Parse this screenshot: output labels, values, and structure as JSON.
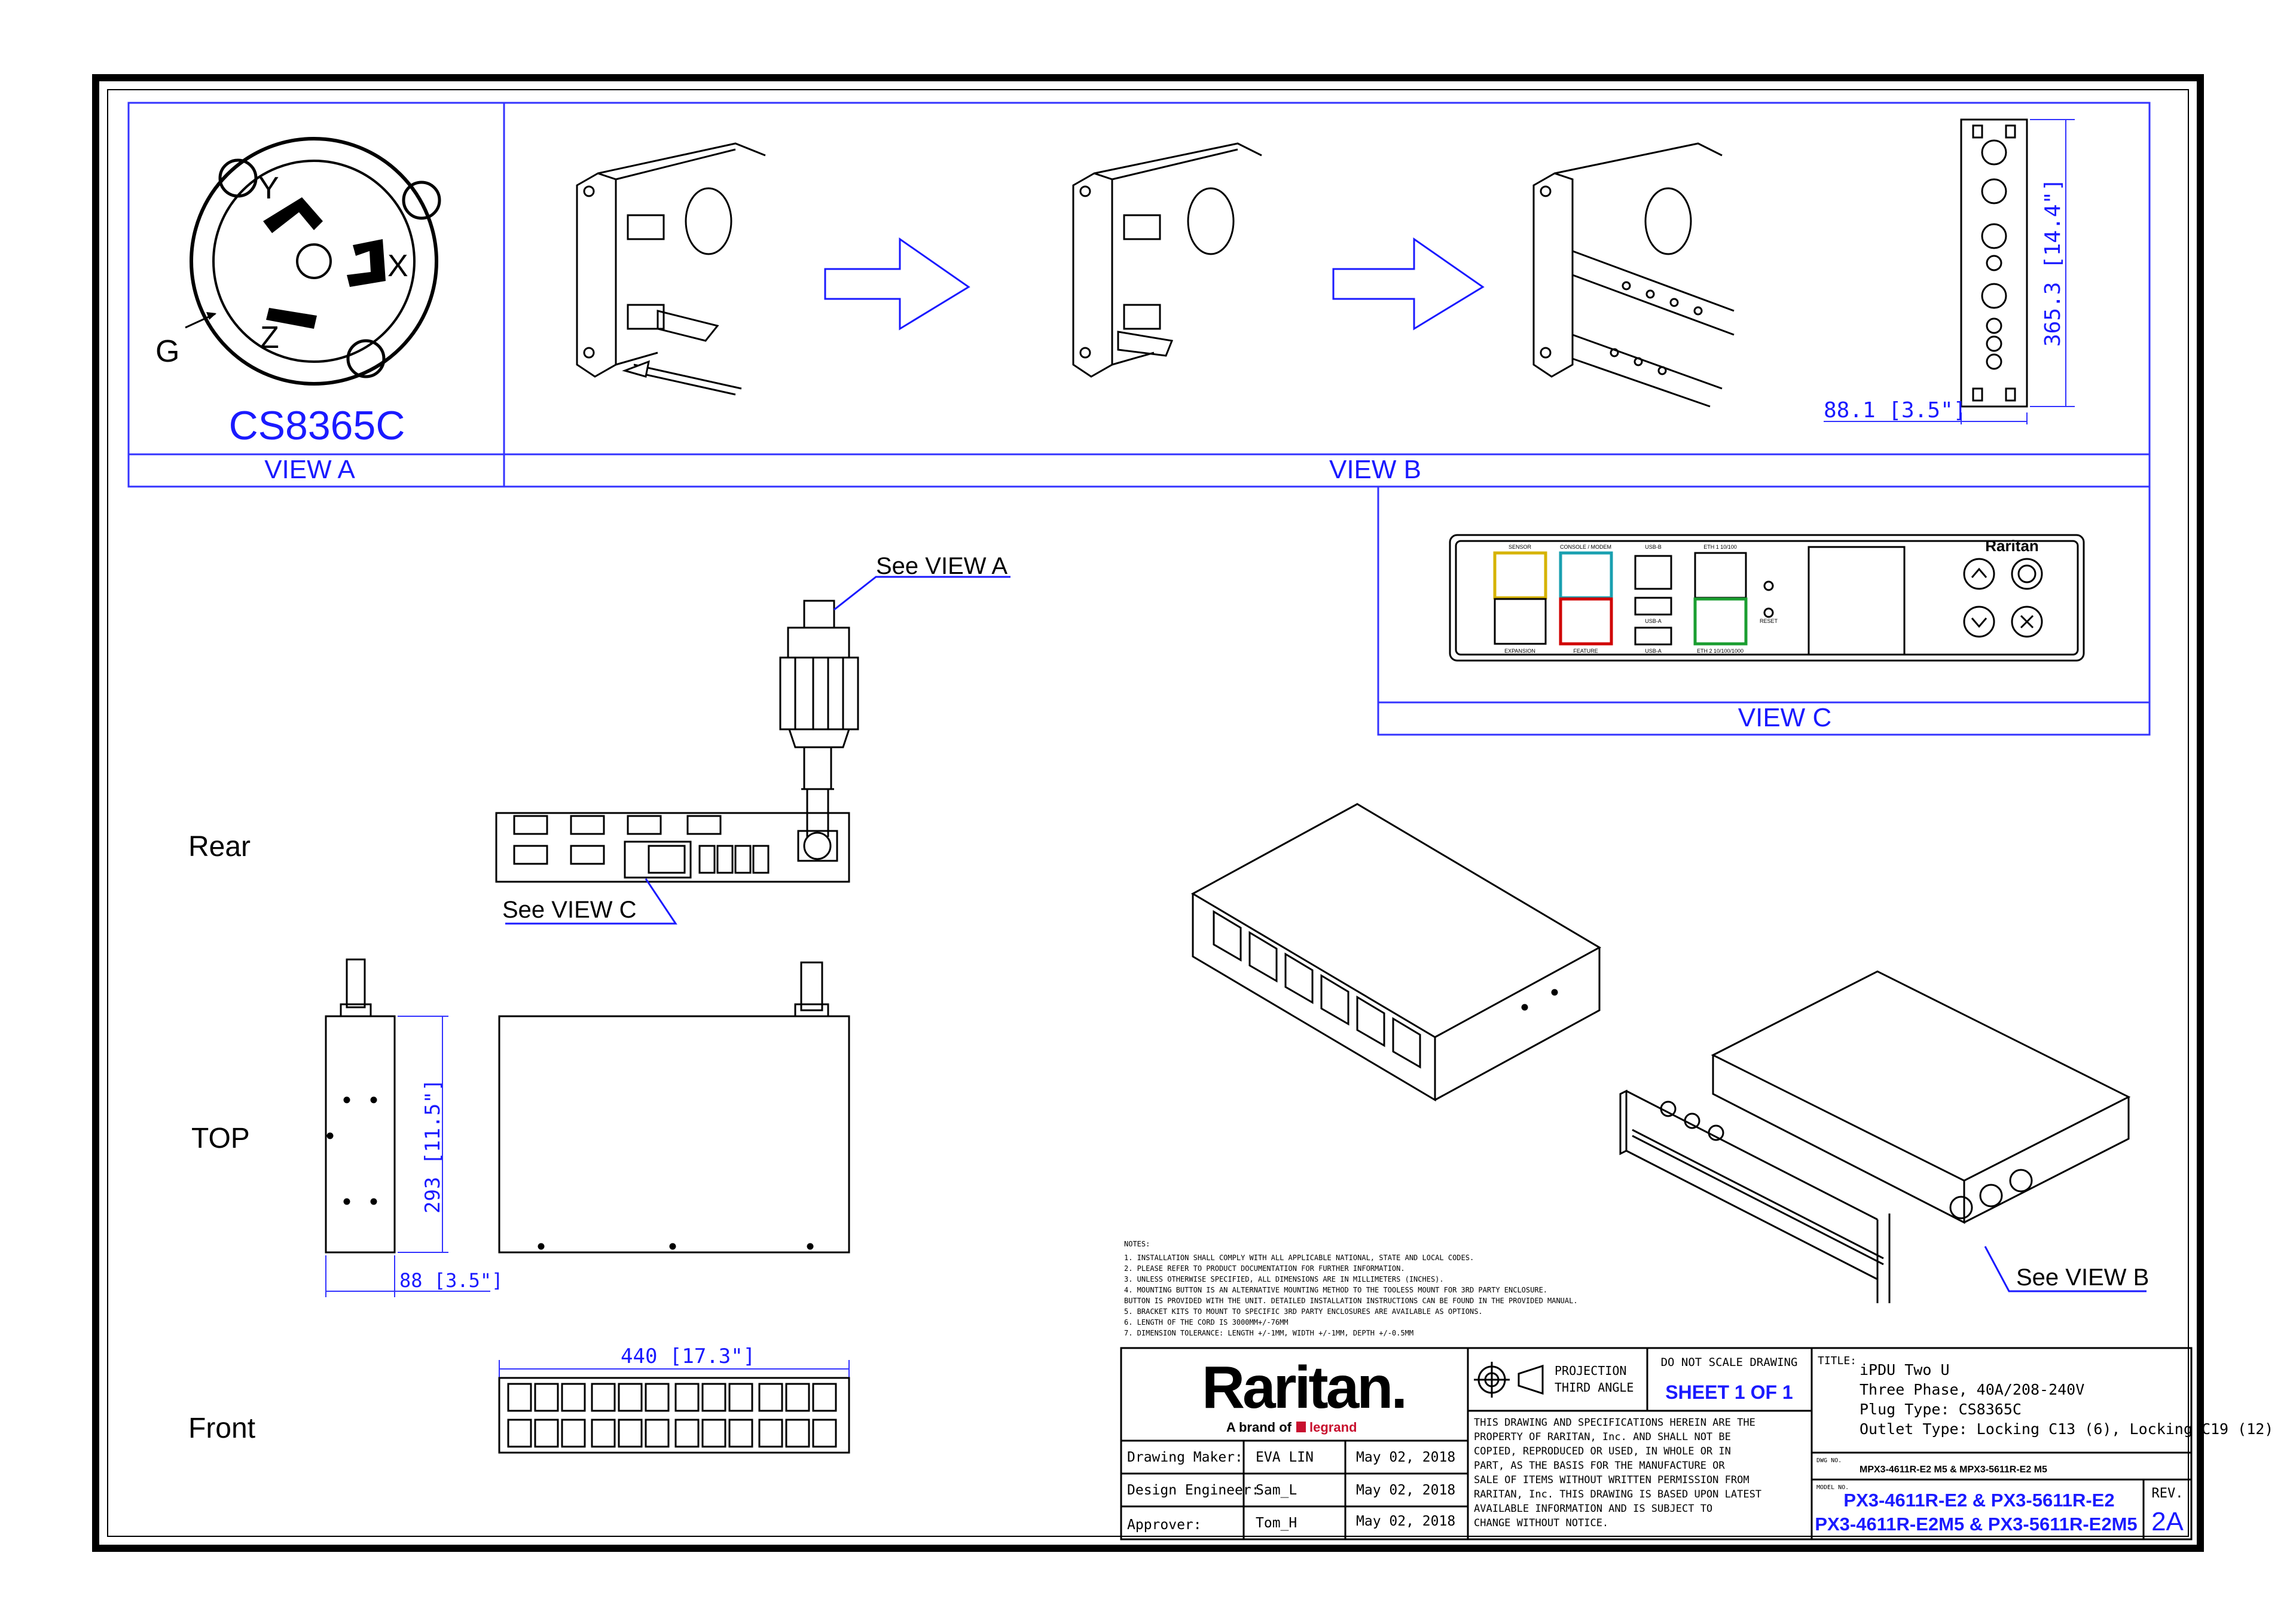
{
  "view_a": {
    "plug_model": "CS8365C",
    "title": "VIEW A",
    "pins": {
      "y": "Y",
      "x": "X",
      "z": "Z",
      "g": "G"
    }
  },
  "view_b": {
    "title": "VIEW B",
    "dim_height": "365.3 [14.4\"]",
    "dim_width": "88.1 [3.5\"]"
  },
  "view_c": {
    "title": "VIEW C",
    "brand": "Raritan",
    "port_labels": {
      "sensor": "SENSOR",
      "console": "CONSOLE / MODEM",
      "usb_b": "USB-B",
      "eth1": "ETH 1 10/100",
      "expansion": "EXPANSION",
      "feature": "FEATURE",
      "usb_a1": "USB-A",
      "usb_a2": "USB-A",
      "eth2": "ETH 2 10/100/1000",
      "reset": "RESET"
    }
  },
  "callouts": {
    "see_view_a": "See VIEW A",
    "see_view_b": "See VIEW B",
    "see_view_c": "See VIEW C"
  },
  "views": {
    "rear": "Rear",
    "top": "TOP",
    "front": "Front"
  },
  "dims": {
    "top_depth": "293 [11.5\"]",
    "top_width": "88 [3.5\"]",
    "front_width": "440 [17.3\"]"
  },
  "notes": {
    "heading": "NOTES:",
    "lines": [
      "1. INSTALLATION SHALL COMPLY WITH ALL APPLICABLE NATIONAL, STATE AND LOCAL CODES.",
      "2. PLEASE REFER TO PRODUCT DOCUMENTATION FOR FURTHER INFORMATION.",
      "3. UNLESS OTHERWISE SPECIFIED, ALL DIMENSIONS ARE IN MILLIMETERS (INCHES).",
      "4. MOUNTING BUTTON IS AN ALTERNATIVE MOUNTING METHOD TO THE TOOLESS MOUNT FOR 3RD PARTY ENCLOSURE.",
      "   BUTTON IS PROVIDED WITH THE UNIT. DETAILED INSTALLATION INSTRUCTIONS CAN BE FOUND IN THE PROVIDED MANUAL.",
      "5. BRACKET KITS TO MOUNT TO SPECIFIC 3RD PARTY ENCLOSURES ARE AVAILABLE AS OPTIONS.",
      "6. LENGTH OF THE CORD IS 3000MM+/-76MM",
      "7. DIMENSION TOLERANCE: LENGTH +/-1MM, WIDTH +/-1MM, DEPTH +/-0.5MM"
    ]
  },
  "title_block": {
    "logo": "Raritan.",
    "brand_line_a": "A brand of",
    "brand_line_b": "legrand",
    "projection_1": "PROJECTION",
    "projection_2": "THIRD ANGLE",
    "do_not_scale": "DO NOT SCALE DRAWING",
    "sheet": "SHEET 1 OF 1",
    "property_notice": [
      "THIS DRAWING AND SPECIFICATIONS HEREIN ARE THE",
      "PROPERTY OF RARITAN, Inc. AND SHALL NOT BE",
      "COPIED, REPRODUCED OR USED, IN WHOLE OR IN",
      "PART, AS THE BASIS FOR THE MANUFACTURE OR",
      "SALE OF ITEMS WITHOUT WRITTEN PERMISSION FROM",
      "RARITAN, Inc. THIS DRAWING IS BASED UPON LATEST",
      "AVAILABLE INFORMATION AND IS SUBJECT TO",
      "CHANGE WITHOUT NOTICE."
    ],
    "title_label": "TITLE:",
    "title_lines": [
      "iPDU Two U",
      "Three Phase, 40A/208-240V",
      "Plug Type: CS8365C",
      "Outlet Type: Locking C13 (6), Locking C19 (12)"
    ],
    "dwg_label": "DWG NO.",
    "dwg_no": "MPX3-4611R-E2 M5 & MPX3-5611R-E2 M5",
    "model_label": "MODEL NO.",
    "model_line1": "PX3-4611R-E2 & PX3-5611R-E2",
    "model_line2": "PX3-4611R-E2M5 & PX3-5611R-E2M5",
    "rev_label": "REV.",
    "rev": "2A",
    "rows": [
      {
        "role": "Drawing Maker:",
        "name": "EVA LIN",
        "date": "May 02, 2018"
      },
      {
        "role": "Design Engineer:",
        "name": "Sam_L",
        "date": "May 02, 2018"
      },
      {
        "role": "Approver:",
        "name": "Tom_H",
        "date": "May 02, 2018"
      }
    ]
  },
  "colors": {
    "line": "#000000",
    "accent": "#1a1aff"
  }
}
